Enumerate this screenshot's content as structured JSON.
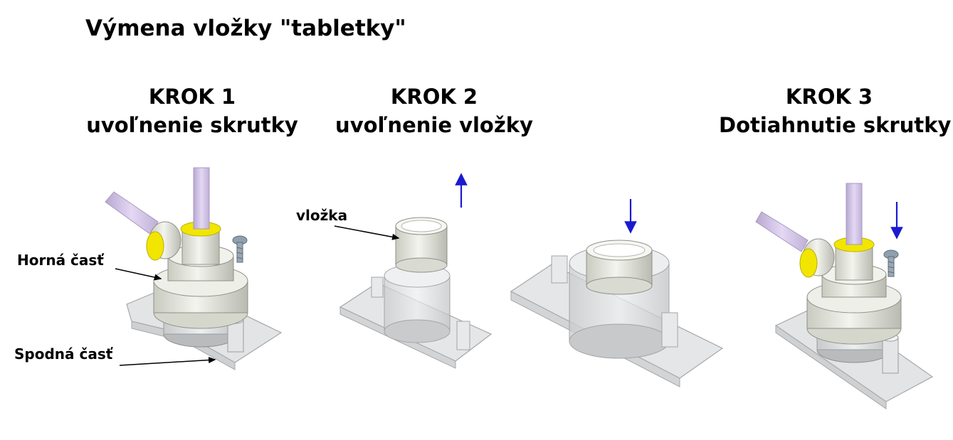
{
  "title": "Výmena vložky \"tabletky\"",
  "steps": [
    {
      "heading": "KROK 1",
      "subheading": "uvoľnenie skrutky"
    },
    {
      "heading": "KROK 2",
      "subheading": "uvoľnenie vložky"
    },
    {
      "heading": "KROK 3",
      "subheading": "Dotiahnutie skrutky"
    }
  ],
  "labels": {
    "upper_part": "Horná časť",
    "lower_part": "Spodná časť",
    "insert": "vložka"
  },
  "colors": {
    "arrow": "#1a1ad0",
    "tube": "#d8c8ec",
    "seal": "#f2e600",
    "body": "#e6e8de",
    "housing": "#d9dadb"
  }
}
